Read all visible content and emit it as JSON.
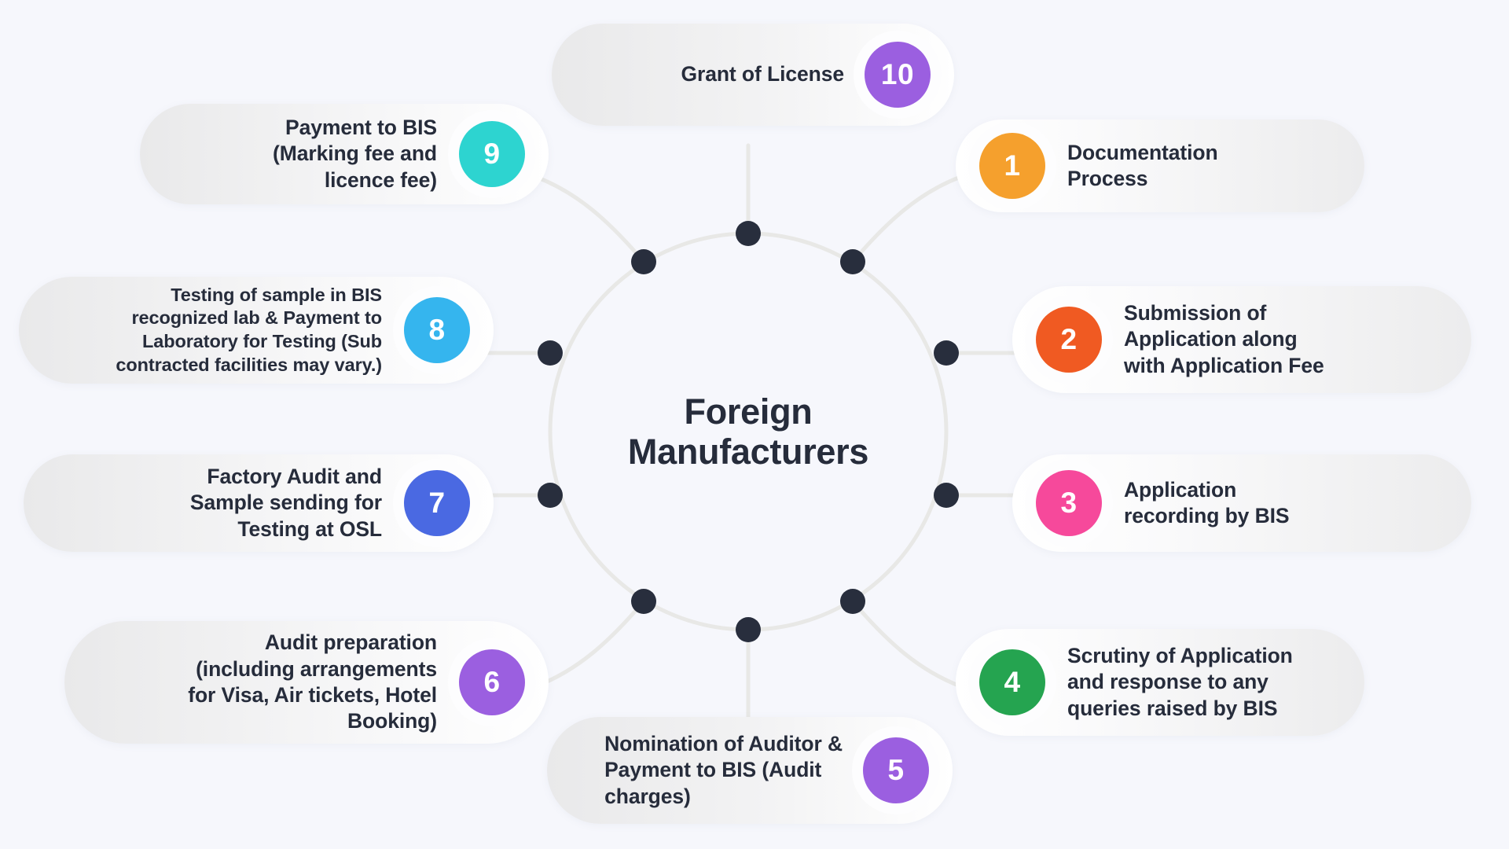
{
  "hub": {
    "title": "Foreign\nManufacturers",
    "ring_color": "#e8e8e6",
    "node_color": "#282e3d"
  },
  "background_color": "#f6f7fc",
  "text_color": "#262c3b",
  "steps": [
    {
      "number": "1",
      "label": "Documentation\nProcess",
      "color": "#f5a02d",
      "side": "right"
    },
    {
      "number": "2",
      "label": "Submission of\nApplication along\nwith Application Fee",
      "color": "#f05a22",
      "side": "right"
    },
    {
      "number": "3",
      "label": "Application\nrecording by BIS",
      "color": "#f6499b",
      "side": "right"
    },
    {
      "number": "4",
      "label": "Scrutiny of Application\nand response to any\nqueries raised by BIS",
      "color": "#25a450",
      "side": "right"
    },
    {
      "number": "5",
      "label": "Nomination of Auditor &\nPayment to BIS (Audit\ncharges)",
      "color": "#9b5fe0",
      "side": "bottom"
    },
    {
      "number": "6",
      "label": "Audit preparation\n(including arrangements\nfor Visa, Air tickets, Hotel\nBooking)",
      "color": "#9b5fe0",
      "side": "left"
    },
    {
      "number": "7",
      "label": "Factory Audit and\nSample sending for\nTesting at OSL",
      "color": "#4a69e2",
      "side": "left"
    },
    {
      "number": "8",
      "label": "Testing of sample in BIS\nrecognized lab & Payment to\nLaboratory for Testing (Sub\ncontracted facilities may vary.)",
      "color": "#35b5ee",
      "side": "left"
    },
    {
      "number": "9",
      "label": "Payment to BIS\n(Marking fee and\nlicence fee)",
      "color": "#2dd4d0",
      "side": "left"
    },
    {
      "number": "10",
      "label": "Grant of License",
      "color": "#9b5fe0",
      "side": "top"
    }
  ]
}
